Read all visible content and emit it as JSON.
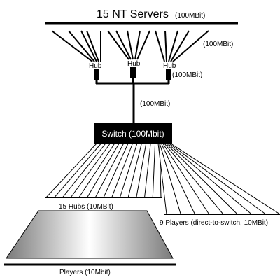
{
  "title": {
    "main": "15 NT Servers",
    "speed": "(100MBit)"
  },
  "server_link_label": "(100MBit)",
  "hubs": [
    "Hub",
    "Hub",
    "Hub"
  ],
  "hub_link_label": "(100MBit)",
  "uplink_label": "(100MBit)",
  "switch_label": "Switch (100Mbit)",
  "player_hubs_label": "15 Hubs (10MBit)",
  "direct_players_label": "9 Players (direct-to-switch, 10MBit)",
  "players_label": "Players (10Mbit)",
  "colors": {
    "line": "#000000",
    "switch_fill": "#000000",
    "switch_text": "#ffffff",
    "floor_light": "#ffffff",
    "floor_dark": "#8a8a8a"
  },
  "counts": {
    "servers_per_hub": 5,
    "hub_cables": 15,
    "direct_cables": 9
  }
}
